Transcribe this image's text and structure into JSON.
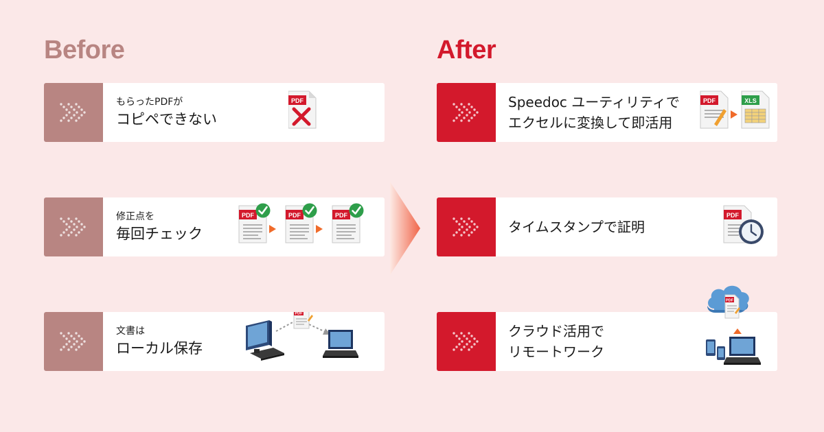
{
  "before": {
    "heading": "Before",
    "items": [
      {
        "small": "もらったPDFが",
        "big": "コピペできない"
      },
      {
        "small": "修正点を",
        "big": "毎回チェック"
      },
      {
        "small": "文書は",
        "big": "ローカル保存"
      }
    ]
  },
  "after": {
    "heading": "After",
    "items": [
      {
        "line1": "Speedoc ユーティリティで",
        "line2": "エクセルに変換して即活用"
      },
      {
        "line1": "タイムスタンプで証明"
      },
      {
        "line1": "クラウド活用で",
        "line2": "リモートワーク"
      }
    ]
  },
  "icon_labels": {
    "pdf": "PDF",
    "xls": "XLS"
  },
  "colors": {
    "background": "#fbe8e8",
    "before_accent": "#b88582",
    "after_accent": "#d3192c",
    "arrow_gradient_start": "#fde9e4",
    "arrow_gradient_end": "#f0664a",
    "check_green": "#2e9e4a"
  },
  "icons": {
    "tab": "triple-chevron-right-icon",
    "copy_blocked": "pdf-edit-blocked-icon",
    "check": "pdf-check-icon",
    "local": "desktop-to-laptop-transfer-icon",
    "convert": "pdf-to-xls-icon",
    "timestamp": "pdf-clock-icon",
    "cloud": "cloud-devices-icon"
  }
}
